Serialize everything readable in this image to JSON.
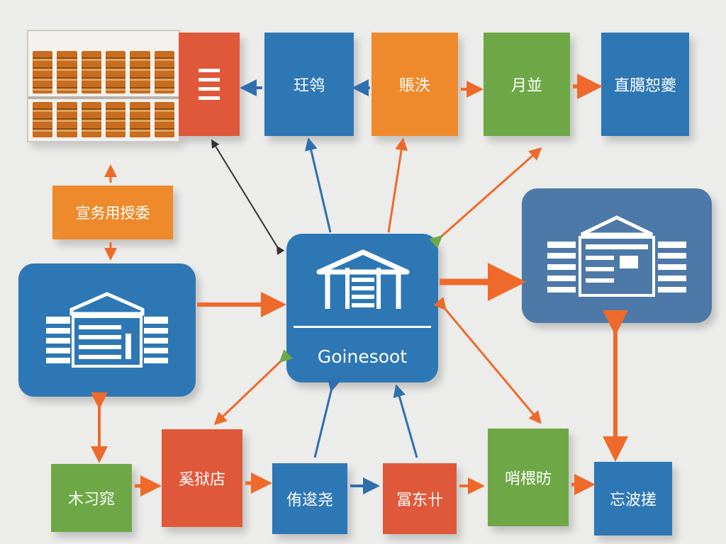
{
  "colors": {
    "blue": "#2e77b5",
    "orange": "#ef8a2c",
    "green": "#6ea846",
    "red": "#e0583a",
    "steel": "#4d79a8",
    "arrow_orange": "#ef6a2a",
    "arrow_blue": "#2f6fae"
  },
  "top_row": {
    "box1": "玨鸰",
    "box2": "賬泆",
    "box3": "月並",
    "box4": "直臈恕夔"
  },
  "left_label": "宣务用授委",
  "hub": {
    "label": "Goinesoot",
    "icon": "warehouse-icon"
  },
  "bottom_row": {
    "box1": "木习窕",
    "box2": "奚狱店",
    "box3": "侑逡尧",
    "box4": "冨东卄",
    "box5": "哨椳昉",
    "box6": "忘波搓"
  },
  "icons": [
    "warehouse-icon",
    "shelf-icon",
    "list-icon"
  ]
}
